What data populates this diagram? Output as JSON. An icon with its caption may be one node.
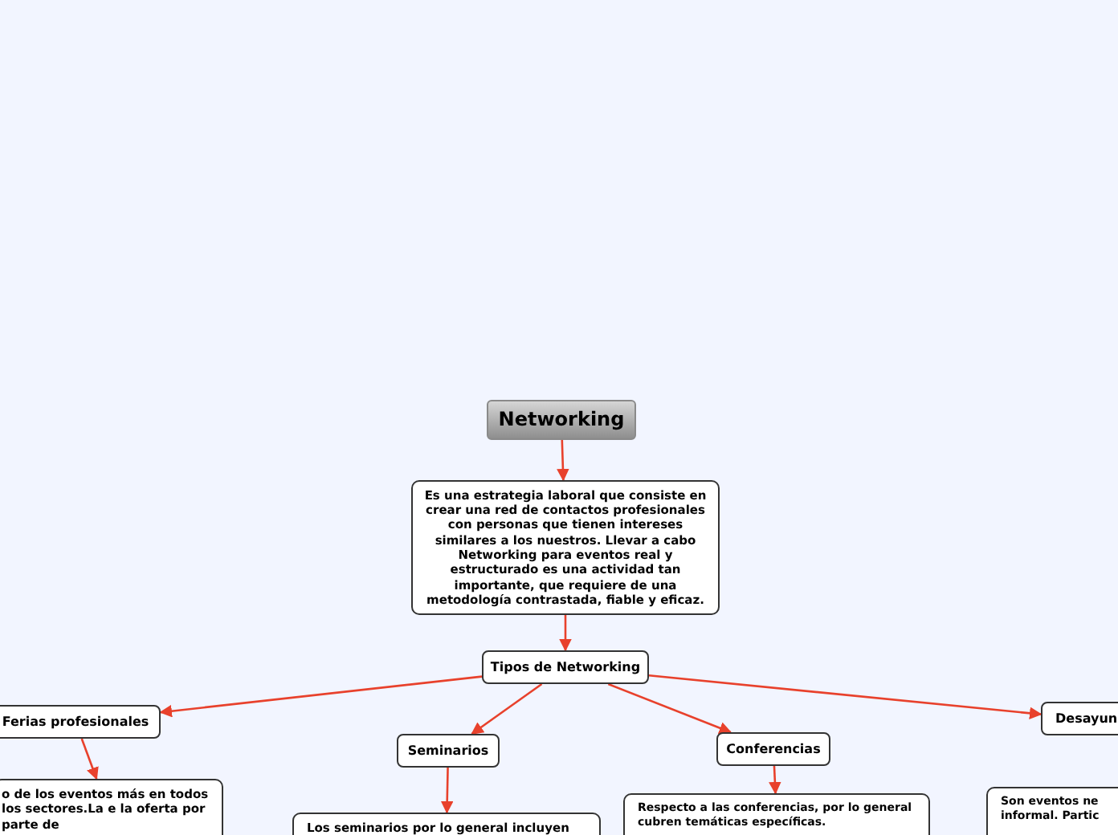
{
  "diagram": {
    "nodes": [
      {
        "text": [
          "Networking"
        ]
      },
      {
        "text": [
          "Es una estrategia laboral que consiste en crear una red de contactos profesionales con personas que tienen intereses similares a los nuestros. Llevar a cabo Networking para eventos real y estructurado es una actividad tan importante, que requiere de una metodología contrastada, fiable y eficaz."
        ]
      },
      {
        "text": [
          "Tipos de Networking"
        ]
      },
      {
        "text": [
          "Ferias profesionales"
        ]
      },
      {
        "text": [
          "Seminarios"
        ]
      },
      {
        "text": [
          "Conferencias"
        ]
      },
      {
        "text": [
          "Desayun"
        ]
      },
      {
        "text": [
          "o de los eventos más en todos los sectores.La e la oferta por parte de"
        ]
      },
      {
        "text": [
          "Los seminarios por lo general incluyen"
        ]
      },
      {
        "text": [
          "Respecto a las conferencias, por lo general cubren temáticas específicas."
        ]
      },
      {
        "text": [
          "Son eventos ne informal. Partic"
        ]
      }
    ],
    "edges": [
      {
        "from": 0,
        "to": 1,
        "arrow": "to"
      },
      {
        "from": 1,
        "to": 2,
        "arrow": "to"
      },
      {
        "from": 2,
        "to": 3,
        "arrow": "to"
      },
      {
        "from": 2,
        "to": 4,
        "arrow": "to"
      },
      {
        "from": 2,
        "to": 5,
        "arrow": "to"
      },
      {
        "from": 2,
        "to": 6,
        "arrow": "to"
      },
      {
        "from": 3,
        "to": 7,
        "arrow": "to"
      },
      {
        "from": 4,
        "to": 8,
        "arrow": "to"
      },
      {
        "from": 5,
        "to": 9,
        "arrow": "to"
      }
    ]
  }
}
